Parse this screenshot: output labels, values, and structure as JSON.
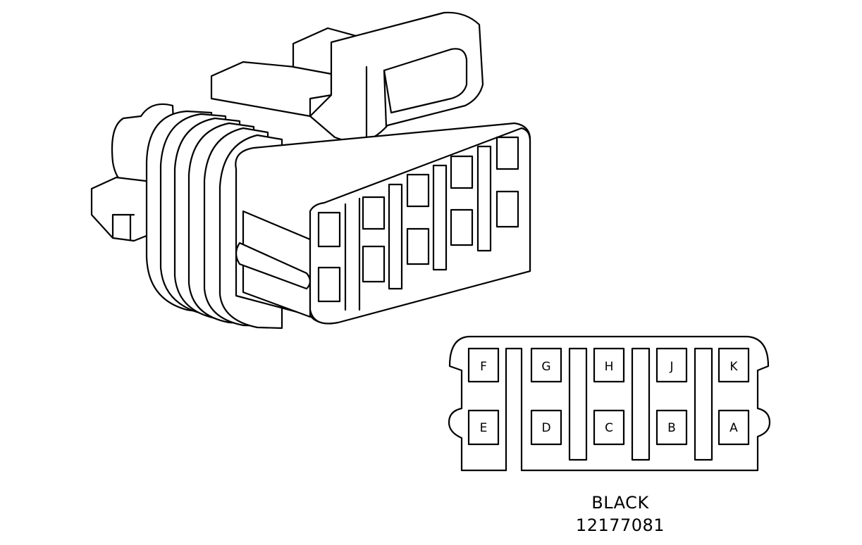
{
  "connector": {
    "color_label": "BLACK",
    "part_number": "12177081",
    "line_color": "#000000",
    "background": "#ffffff"
  },
  "pinout": {
    "top_row": [
      "F",
      "G",
      "H",
      "J",
      "K"
    ],
    "bottom_row": [
      "E",
      "D",
      "C",
      "B",
      "A"
    ]
  }
}
